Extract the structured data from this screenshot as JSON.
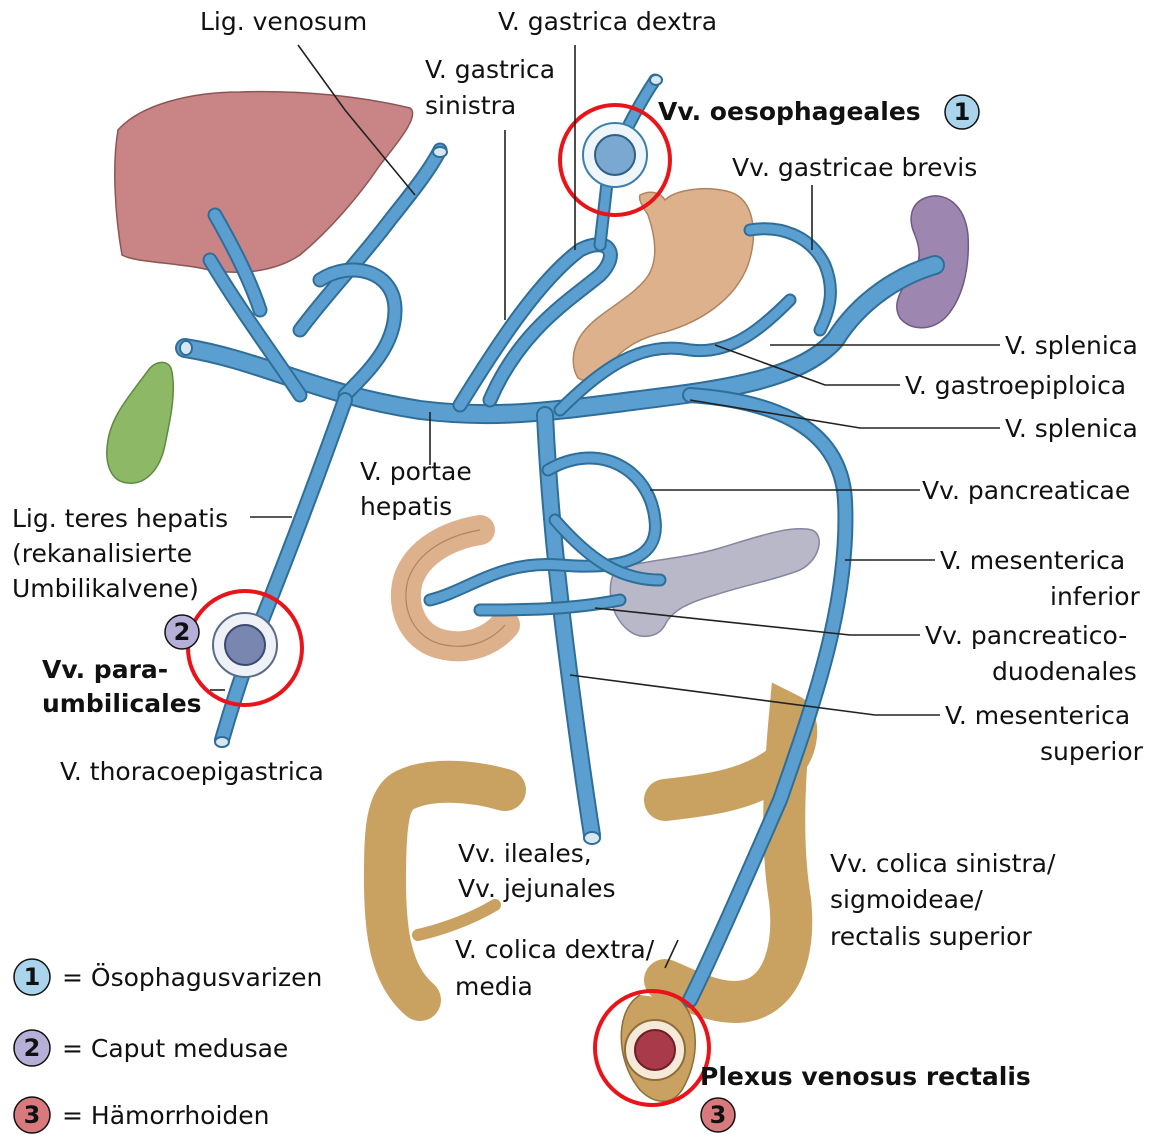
{
  "labels": {
    "lig_venosum": "Lig. venosum",
    "v_gastrica_dextra": "V. gastrica dextra",
    "v_gastrica_sinistra_1": "V. gastrica",
    "v_gastrica_sinistra_2": "sinistra",
    "vv_oesophageales": "Vv. oesophageales",
    "vv_gastricae_breves": "Vv. gastricae brevis",
    "v_splenica_1": "V. splenica",
    "v_gastroepiploica": "V. gastroepiploica",
    "v_splenica_2": "V. splenica",
    "v_portae_1": "V. portae",
    "v_portae_2": "hepatis",
    "vv_pancreaticae": "Vv. pancreaticae",
    "lig_teres_1": "Lig. teres hepatis",
    "lig_teres_2": "(rekanalisierte",
    "lig_teres_3": "Umbilikalvene)",
    "v_mes_inf_1": "V. mesenterica",
    "v_mes_inf_2": "inferior",
    "vv_pancreaticoduod_1": "Vv. pancreatico-",
    "vv_pancreaticoduod_2": "duodenales",
    "vv_paraumb_1": "Vv. para-",
    "vv_paraumb_2": "umbilicales",
    "v_mes_sup_1": "V. mesenterica",
    "v_mes_sup_2": "superior",
    "v_thoracoepigastrica": "V. thoracoepigastrica",
    "vv_ileales_1": "Vv. ileales,",
    "vv_ileales_2": "Vv. jejunales",
    "vv_colica_sin_1": "Vv. colica sinistra/",
    "vv_colica_sin_2": "sigmoideae/",
    "vv_colica_sin_3": "rectalis superior",
    "v_colica_dextra_1": "V. colica dextra/",
    "v_colica_dextra_2": "media",
    "plexus_rectalis": "Plexus venosus rectalis"
  },
  "badges": {
    "one": "1",
    "two": "2",
    "three": "3"
  },
  "legend": [
    {
      "num": "1",
      "text": "= Ösophagusvarizen",
      "color": "#a9d4ec"
    },
    {
      "num": "2",
      "text": "= Caput medusae",
      "color": "#b6b0d8"
    },
    {
      "num": "3",
      "text": "= Hämorrhoiden",
      "color": "#d8797e"
    }
  ],
  "colors": {
    "vein": "#5b9fd0",
    "liver": "#c98585",
    "gallbladder": "#8db866",
    "stomach": "#ddb18c",
    "spleen": "#9d86b0",
    "pancreas": "#b8b8c8",
    "colon": "#c9a160",
    "highlight_ring": "#e8141a"
  }
}
